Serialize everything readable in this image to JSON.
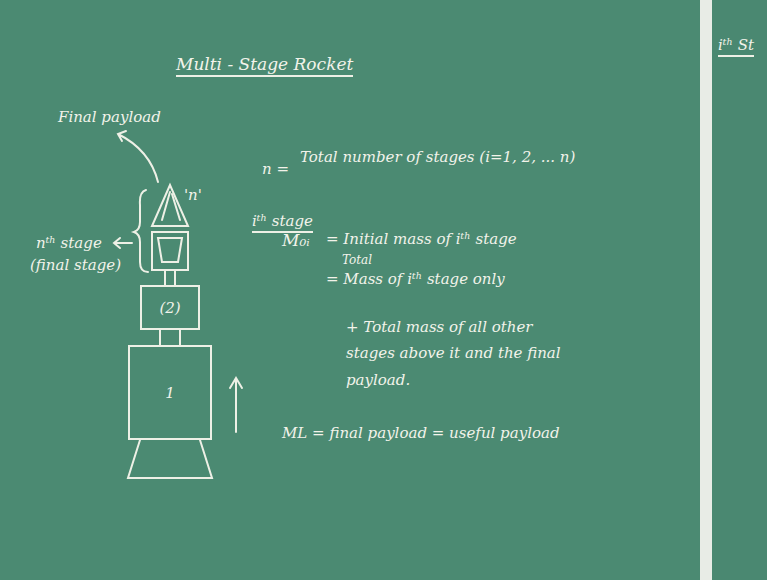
{
  "diagram": {
    "title": "Multi - Stage Rocket",
    "nodes": [
      {
        "text": [
          "(2)"
        ]
      },
      {
        "text": [
          "1"
        ]
      }
    ],
    "labels": [
      "Final payload",
      "'n'",
      "nᵗʰ stage",
      "(final stage)",
      "n =",
      "Total number of stages (i=1, 2, ... n)",
      "iᵗʰ stage",
      "M₀ᵢ",
      "= Initial mass of iᵗʰ stage",
      "Total",
      "= Mass of iᵗʰ stage only",
      "+ Total mass of all other stages above it and the final payload.",
      "ML = final payload = useful payload",
      "iᵗʰ St"
    ]
  }
}
